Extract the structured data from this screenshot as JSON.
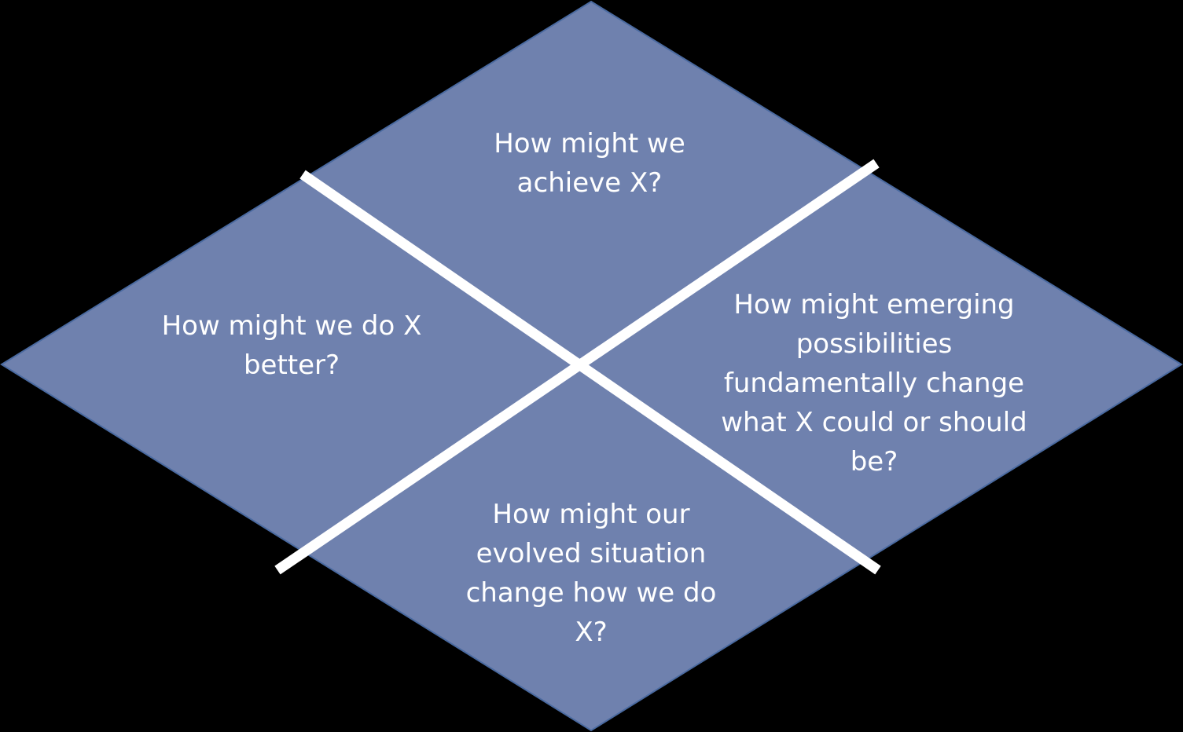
{
  "colors": {
    "background": "#000000",
    "diamond_fill": "#6f81ae",
    "diamond_stroke": "#4a6aa0",
    "divider": "#ffffff",
    "text": "#ffffff"
  },
  "quadrants": {
    "top": "How might we achieve X?",
    "left": "How might we do X better?",
    "right": "How might emerging possibilities fundamentally change what X could or should be?",
    "bottom": "How might our evolved situation change how we do X?"
  }
}
